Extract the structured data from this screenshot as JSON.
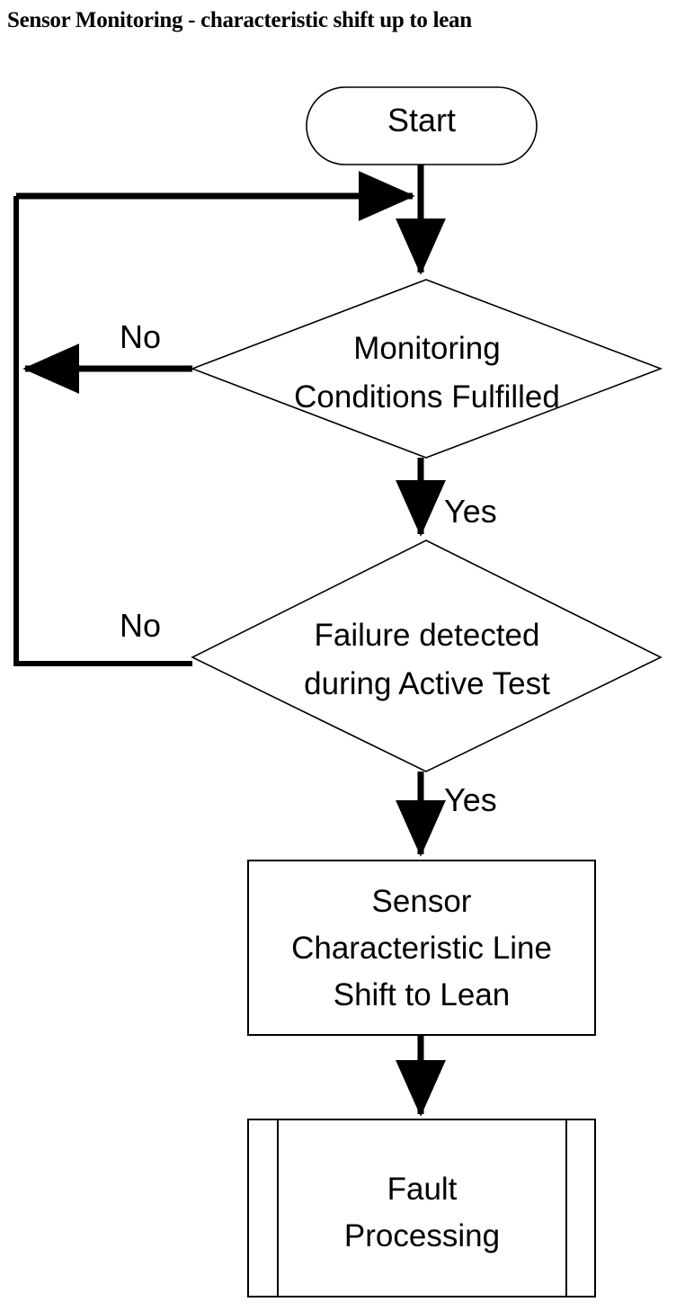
{
  "title": "Sensor Monitoring - characteristic shift up to lean",
  "diagram": {
    "type": "flowchart",
    "orientation": "top-to-bottom",
    "nodes": [
      {
        "id": "start",
        "shape": "terminator",
        "label": "Start"
      },
      {
        "id": "decision-monitoring-conditions",
        "shape": "decision",
        "label": "Monitoring\nConditions Fulfilled"
      },
      {
        "id": "decision-failure-detected",
        "shape": "decision",
        "label": "Failure detected\nduring Active Test"
      },
      {
        "id": "process-sensor-shift",
        "shape": "process",
        "label": "Sensor\nCharacteristic Line\nShift to Lean"
      },
      {
        "id": "predefined-fault-processing",
        "shape": "predefined-process",
        "label": "Fault\nProcessing"
      }
    ],
    "edge_labels": {
      "no_monitoring": "No",
      "yes_monitoring": "Yes",
      "no_failure": "No",
      "yes_failure": "Yes"
    },
    "edges": [
      {
        "from": "start",
        "to": "decision-monitoring-conditions",
        "label": ""
      },
      {
        "from": "decision-monitoring-conditions",
        "to": "start-join",
        "label": "No"
      },
      {
        "from": "decision-monitoring-conditions",
        "to": "decision-failure-detected",
        "label": "Yes"
      },
      {
        "from": "decision-failure-detected",
        "to": "start-join",
        "label": "No"
      },
      {
        "from": "decision-failure-detected",
        "to": "process-sensor-shift",
        "label": "Yes"
      },
      {
        "from": "process-sensor-shift",
        "to": "predefined-fault-processing",
        "label": ""
      }
    ],
    "colors": {
      "stroke": "#000000",
      "fill": "#ffffff",
      "text": "#000000"
    }
  }
}
